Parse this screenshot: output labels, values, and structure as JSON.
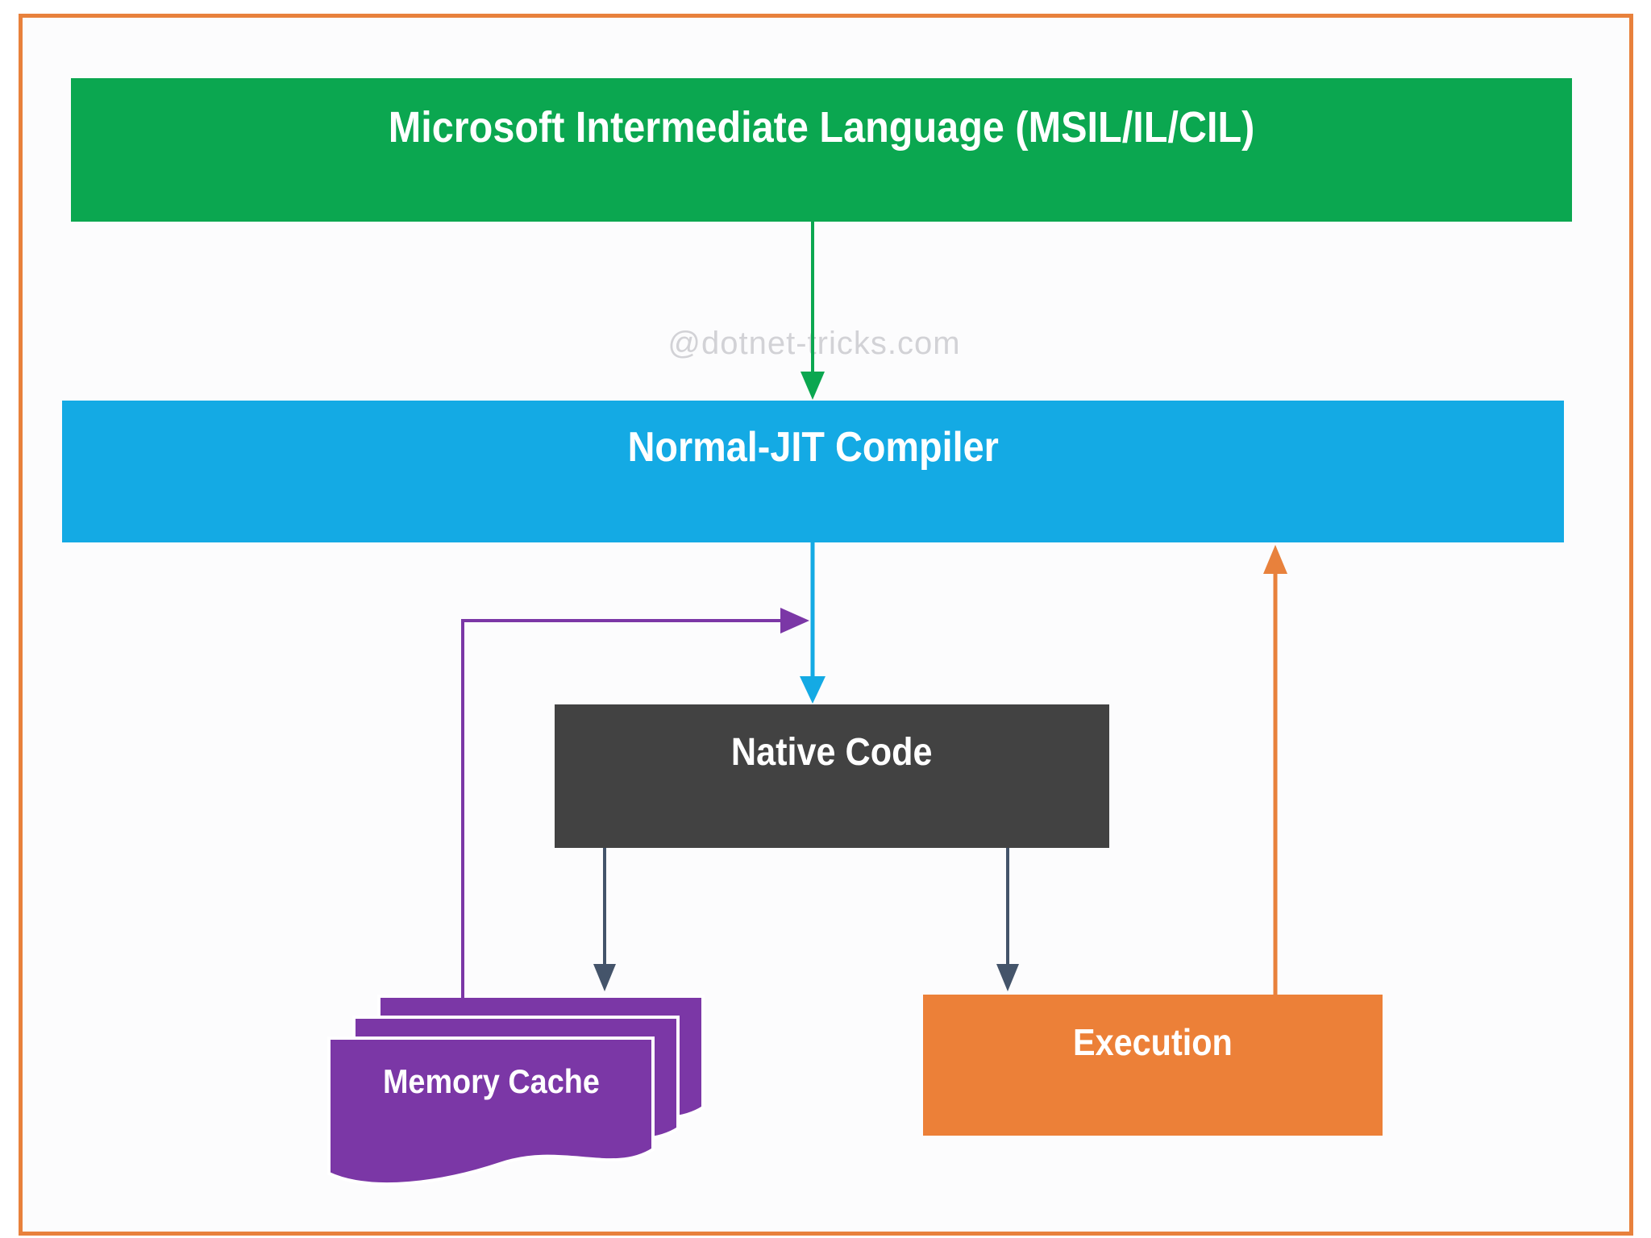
{
  "diagram": {
    "watermark": "@dotnet-tricks.com",
    "nodes": {
      "msil": {
        "label": "Microsoft Intermediate Language (MSIL/IL/CIL)",
        "color": "#0ba750"
      },
      "jit": {
        "label": "Normal-JIT Compiler",
        "color": "#14aae4"
      },
      "native": {
        "label": "Native Code",
        "color": "#424242"
      },
      "memory_cache": {
        "label": "Memory Cache",
        "color": "#7b37a6"
      },
      "execution": {
        "label": "Execution",
        "color": "#ec8038"
      }
    },
    "edges": [
      {
        "from": "msil",
        "to": "jit",
        "color": "#0ba750",
        "direction": "down"
      },
      {
        "from": "jit",
        "to": "native",
        "color": "#14aae4",
        "direction": "down"
      },
      {
        "from": "memory_cache",
        "to": "jit_to_native_arrow",
        "color": "#7b37a6",
        "direction": "up-right"
      },
      {
        "from": "native",
        "to": "memory_cache",
        "color": "#44546a",
        "direction": "down"
      },
      {
        "from": "native",
        "to": "execution",
        "color": "#44546a",
        "direction": "down"
      },
      {
        "from": "execution",
        "to": "jit",
        "color": "#e8813c",
        "direction": "up"
      }
    ],
    "frame_color": "#e8813c",
    "text_color": "#ffffff",
    "watermark_color": "#d2d2d6"
  }
}
